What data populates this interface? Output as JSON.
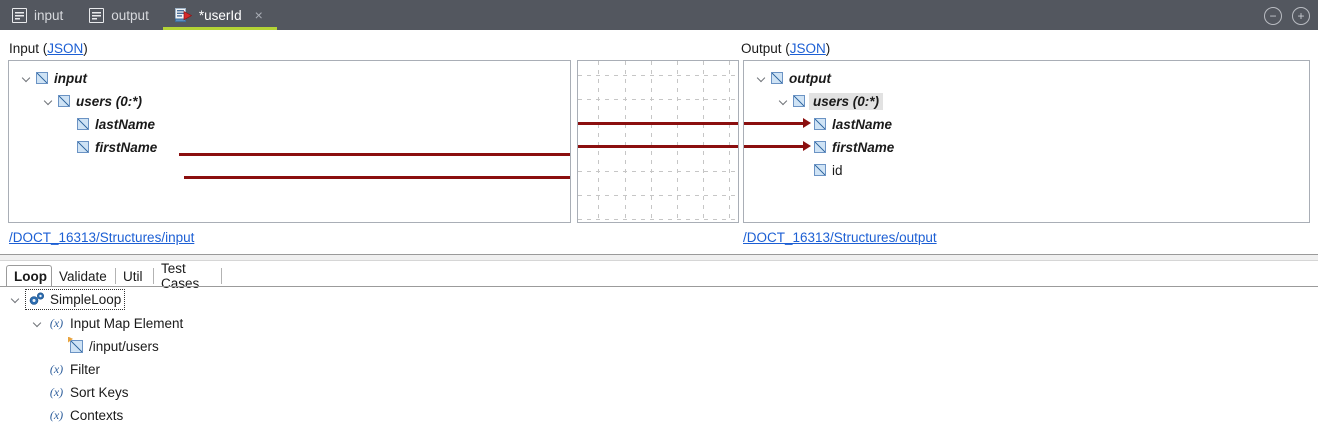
{
  "window": {
    "minimize_label": "−",
    "maximize_label": "+"
  },
  "tabs": [
    {
      "label": "input",
      "icon": "document-icon",
      "active": false,
      "dirty": false,
      "closable": false
    },
    {
      "label": "output",
      "icon": "document-icon",
      "active": false,
      "dirty": false,
      "closable": false
    },
    {
      "label": "*userId",
      "icon": "document-run-icon",
      "active": true,
      "dirty": true,
      "closable": true,
      "close_label": "×"
    }
  ],
  "mapping": {
    "input_panel": {
      "label_prefix": "Input (",
      "label_link": "JSON",
      "label_suffix": ")",
      "path_link": "/DOCT_16313/Structures/input",
      "nodes": [
        {
          "label": "input",
          "depth": 0,
          "expandable": true,
          "expanded": true,
          "style": "bold-italic",
          "selected": false
        },
        {
          "label": "users (0:*)",
          "depth": 1,
          "expandable": true,
          "expanded": true,
          "style": "bold-italic",
          "selected": false
        },
        {
          "label": "lastName",
          "depth": 2,
          "expandable": false,
          "expanded": false,
          "style": "bold-italic",
          "selected": false
        },
        {
          "label": "firstName",
          "depth": 2,
          "expandable": false,
          "expanded": false,
          "style": "bold-italic",
          "selected": false
        }
      ]
    },
    "output_panel": {
      "label_prefix": "Output (",
      "label_link": "JSON",
      "label_suffix": ")",
      "path_link": "/DOCT_16313/Structures/output",
      "nodes": [
        {
          "label": "output",
          "depth": 0,
          "expandable": true,
          "expanded": true,
          "style": "bold-italic",
          "selected": false
        },
        {
          "label": "users (0:*)",
          "depth": 1,
          "expandable": true,
          "expanded": true,
          "style": "bold-italic",
          "selected": true
        },
        {
          "label": "lastName",
          "depth": 2,
          "expandable": false,
          "expanded": false,
          "style": "bold-italic",
          "selected": false
        },
        {
          "label": "firstName",
          "depth": 2,
          "expandable": false,
          "expanded": false,
          "style": "bold-italic",
          "selected": false
        },
        {
          "label": "id",
          "depth": 2,
          "expandable": false,
          "expanded": false,
          "style": "normal",
          "selected": false
        }
      ]
    },
    "connections": [
      {
        "from": "lastName",
        "to": "lastName",
        "color": "#8b0f0f"
      },
      {
        "from": "firstName",
        "to": "firstName",
        "color": "#8b0f0f"
      }
    ],
    "canvas": {
      "grid": "dashed",
      "columns": 6,
      "rows": 9
    }
  },
  "bottom": {
    "tabs": [
      {
        "label": "Loop",
        "active": true
      },
      {
        "label": "Validate",
        "active": false
      },
      {
        "label": "Util",
        "active": false
      },
      {
        "label": "Test Cases",
        "active": false
      }
    ],
    "tree": [
      {
        "label": "SimpleLoop",
        "depth": 0,
        "icon": "gears-icon",
        "expandable": true,
        "expanded": true,
        "selected": true
      },
      {
        "label": "Input Map Element",
        "depth": 1,
        "icon": "function-icon",
        "expandable": true,
        "expanded": true,
        "selected": false
      },
      {
        "label": "/input/users",
        "depth": 2,
        "icon": "field-ref-icon",
        "expandable": false,
        "expanded": false,
        "selected": false
      },
      {
        "label": "Filter",
        "depth": 1,
        "icon": "function-icon",
        "expandable": false,
        "expanded": false,
        "selected": false
      },
      {
        "label": "Sort Keys",
        "depth": 1,
        "icon": "function-icon",
        "expandable": false,
        "expanded": false,
        "selected": false
      },
      {
        "label": "Contexts",
        "depth": 1,
        "icon": "function-icon",
        "expandable": false,
        "expanded": false,
        "selected": false
      }
    ]
  },
  "colors": {
    "tabbar_bg": "#53575f",
    "active_tab_underline": "#b4d335",
    "link": "#1c5fd4",
    "wire": "#8b0f0f",
    "selection_bg": "#e2e2e2"
  }
}
